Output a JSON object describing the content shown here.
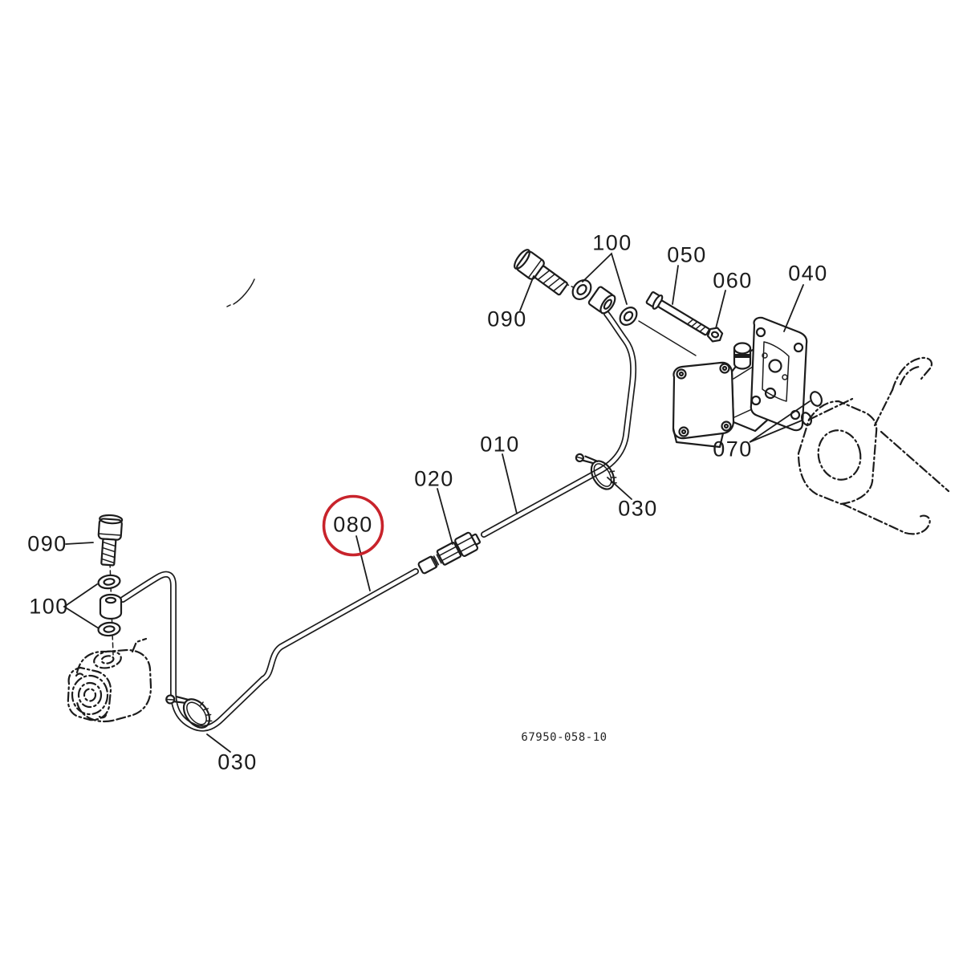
{
  "diagram": {
    "drawing_number": "67950-058-10",
    "highlight_color": "#c8232b",
    "line_color": "#1c1c1c",
    "background_color": "#ffffff",
    "highlighted_callout": "080",
    "callouts": {
      "c010": {
        "text": "010"
      },
      "c020": {
        "text": "020"
      },
      "c030_right": {
        "text": "030"
      },
      "c030_left": {
        "text": "030"
      },
      "c040": {
        "text": "040"
      },
      "c050": {
        "text": "050"
      },
      "c060": {
        "text": "060"
      },
      "c070": {
        "text": "070"
      },
      "c080": {
        "text": "080",
        "highlighted": true
      },
      "c090_top": {
        "text": "090"
      },
      "c090_left": {
        "text": "090"
      },
      "c100_top": {
        "text": "100"
      },
      "c100_left": {
        "text": "100"
      }
    }
  }
}
